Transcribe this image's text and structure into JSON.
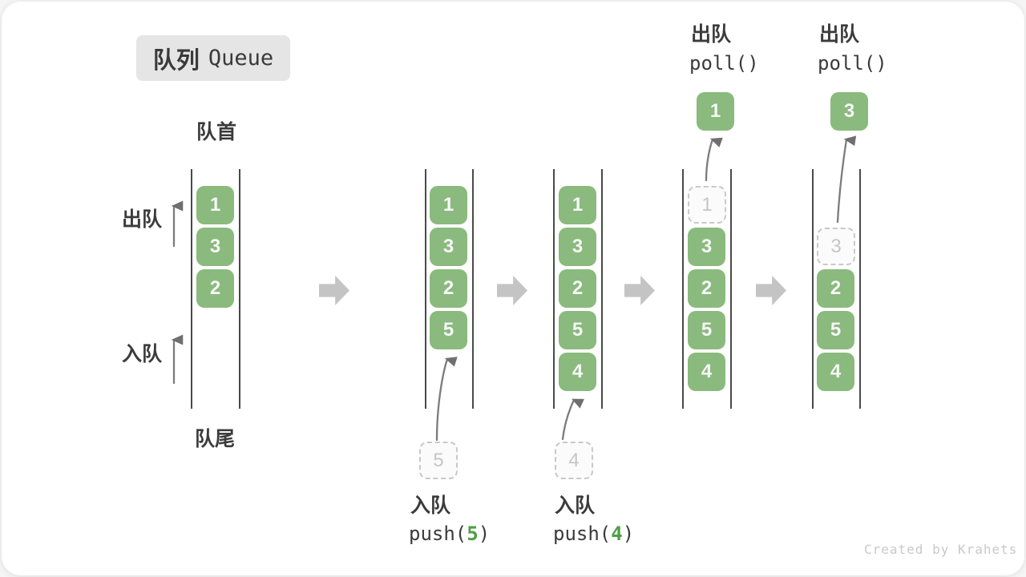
{
  "title": {
    "zh": "队列",
    "en": "Queue"
  },
  "side_labels": {
    "front": "队首",
    "rear": "队尾",
    "dequeue": "出队",
    "enqueue": "入队"
  },
  "states": [
    {
      "items": [
        "1",
        "3",
        "2"
      ]
    },
    {
      "items": [
        "1",
        "3",
        "2",
        "5"
      ],
      "pending": "5",
      "op": {
        "zh": "入队",
        "code_pre": "push(",
        "arg": "5",
        "code_post": ")"
      }
    },
    {
      "items": [
        "1",
        "3",
        "2",
        "5",
        "4"
      ],
      "pending": "4",
      "op": {
        "zh": "入队",
        "code_pre": "push(",
        "arg": "4",
        "code_post": ")"
      }
    },
    {
      "removed": "1",
      "items": [
        "3",
        "2",
        "5",
        "4"
      ],
      "result": "1",
      "op": {
        "zh": "出队",
        "code": "poll()"
      }
    },
    {
      "removed": "3",
      "items": [
        "2",
        "5",
        "4"
      ],
      "result": "3",
      "op": {
        "zh": "出队",
        "code": "poll()"
      }
    }
  ],
  "watermark": "Created by Krahets",
  "colors": {
    "cell_green": "#8aba7d",
    "arg_green": "#4f9e43",
    "text_dark": "#3b3b3b",
    "block_arrow_gray": "#c4c4c4",
    "dashed_border": "#c9c9c9",
    "badge_bg": "#e5e5e5",
    "watermark_gray": "#c9c9c9",
    "thin_arrow": "#7c7c7c"
  }
}
